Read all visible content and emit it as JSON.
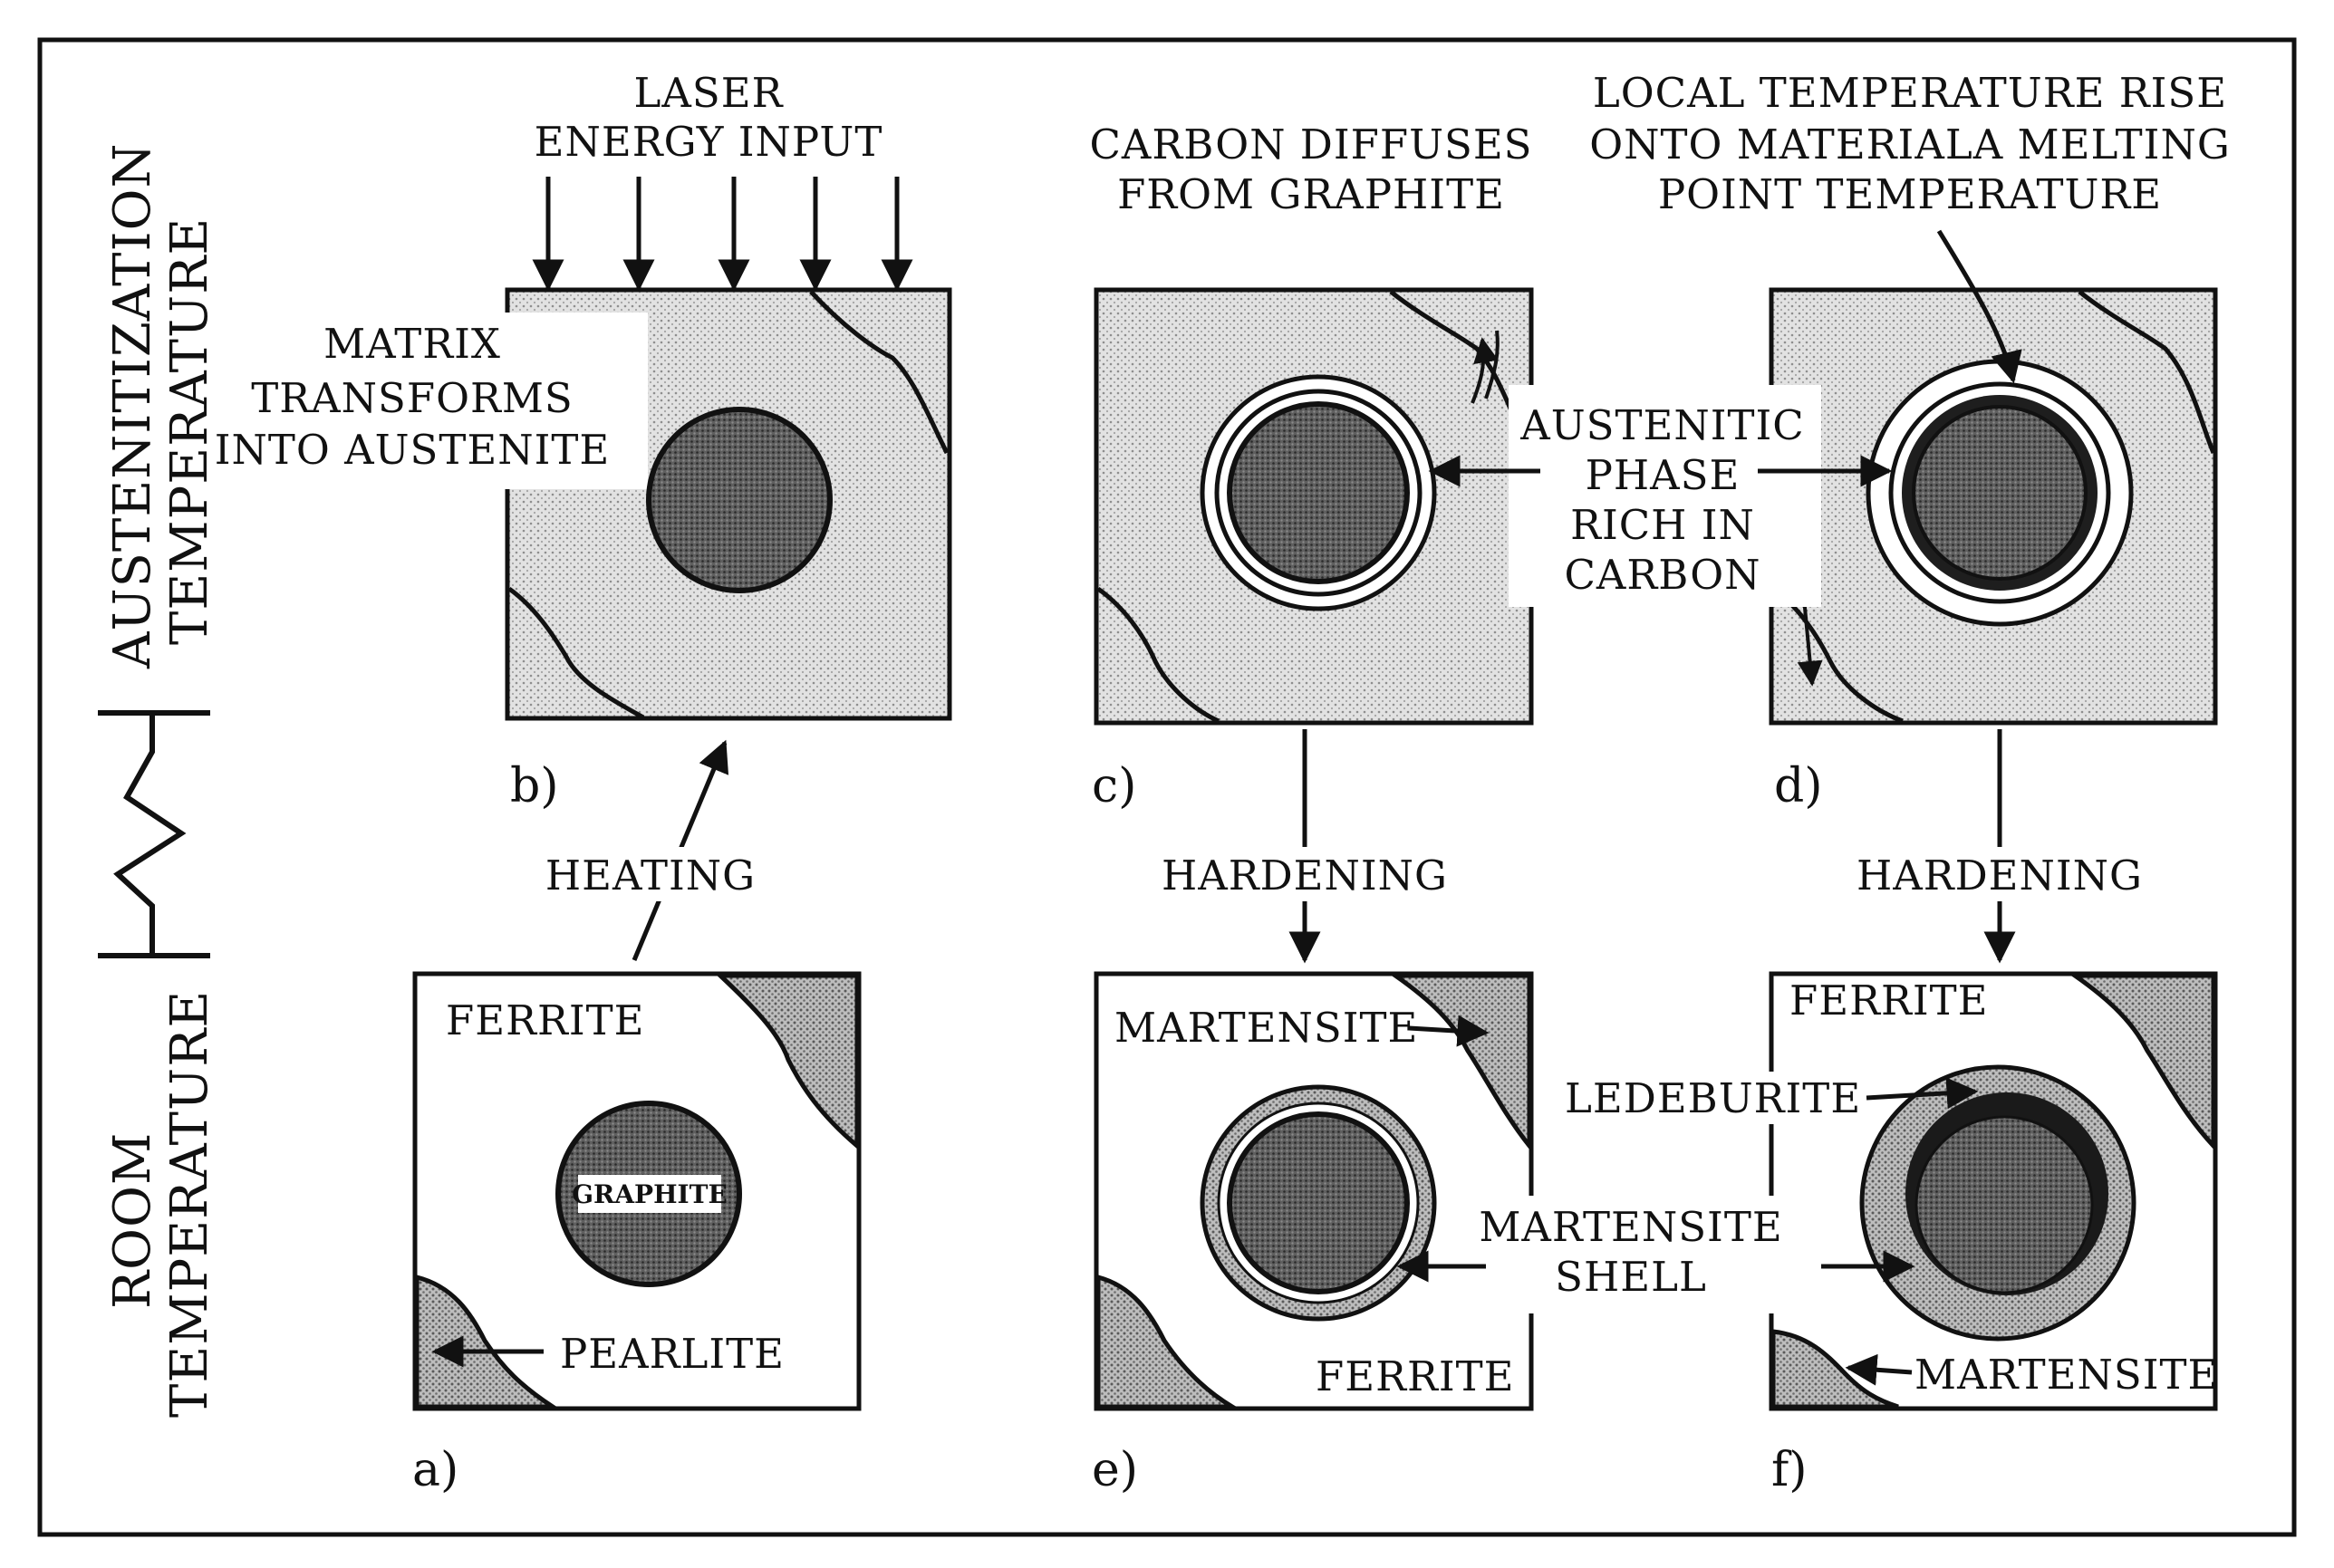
{
  "axis": {
    "austenitization": [
      "AUSTENITIZATION",
      "TEMPERATURE"
    ],
    "room": [
      "ROOM",
      "TEMPERATURE"
    ]
  },
  "panels": {
    "a": "a)",
    "b": "b)",
    "c": "c)",
    "d": "d)",
    "e": "e)",
    "f": "f)"
  },
  "labels": {
    "laser": [
      "LASER",
      "ENERGY INPUT"
    ],
    "matrix": [
      "MATRIX",
      "TRANSFORMS",
      "INTO AUSTENITE"
    ],
    "carbon": [
      "CARBON DIFFUSES",
      "FROM GRAPHITE"
    ],
    "local": [
      "LOCAL TEMPERATURE RISE",
      "ONTO MATERIALA MELTING",
      "POINT TEMPERATURE"
    ],
    "austenitic": [
      "AUSTENITIC",
      "PHASE",
      "RICH IN",
      "CARBON"
    ],
    "heating": "HEATING",
    "hardening_c": "HARDENING",
    "hardening_d": "HARDENING",
    "ferrite_a": "FERRITE",
    "graphite": "GRAPHITE",
    "pearlite": "PEARLITE",
    "martensite_e": "MARTENSITE",
    "ferrite_e": "FERRITE",
    "martensite_shell": [
      "MARTENSITE",
      "SHELL"
    ],
    "ferrite_f": "FERRITE",
    "ledeburite": "LEDEBURITE",
    "martensite_f": "MARTENSITE"
  }
}
